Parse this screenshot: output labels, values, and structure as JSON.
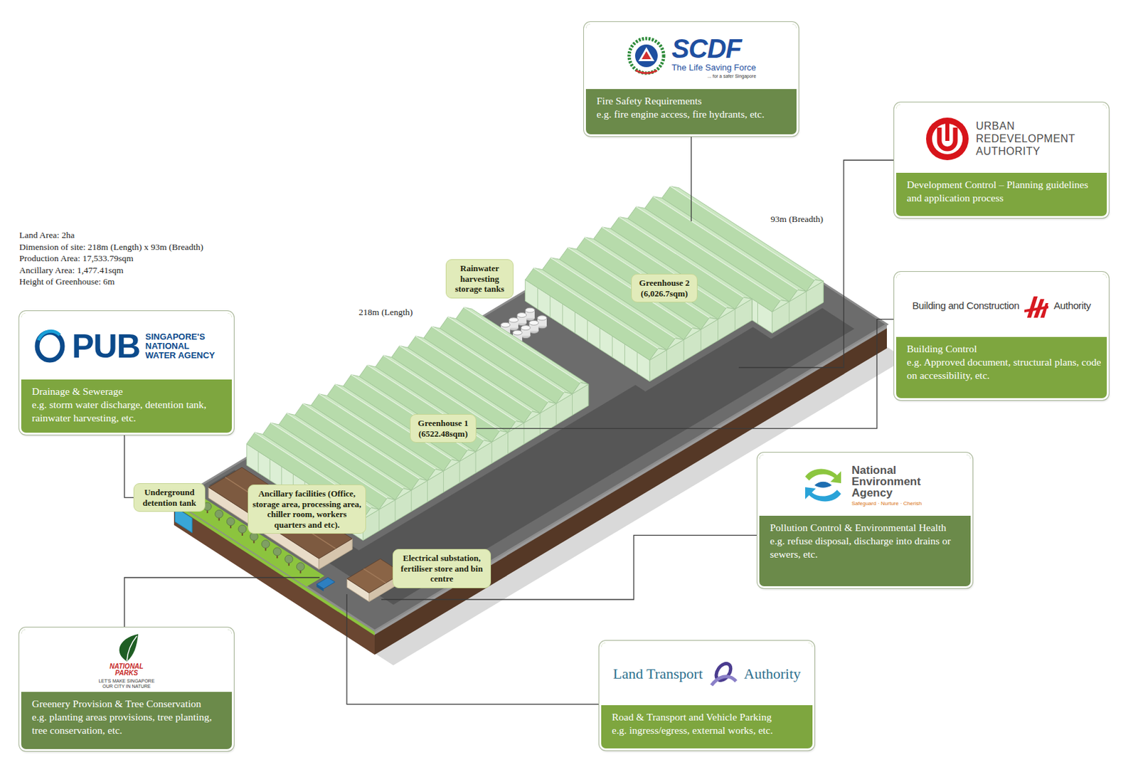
{
  "diagram": {
    "nodes": [
      {
        "text": [
          "Fire Safety Requirements",
          "e.g. fire engine access, fire hydrants, etc."
        ]
      },
      {
        "text": [
          "SCDF",
          "The Life Saving Force",
          "... for a safer Singapore"
        ],
        "in": 0
      },
      {
        "text": [
          "Development Control – Planning guidelines and application process"
        ]
      },
      {
        "text": [
          "URBAN REDEVELOPMENT AUTHORITY"
        ],
        "in": 2
      },
      {
        "text": [
          "Rainwater harvesting storage tanks"
        ]
      },
      {
        "text": [
          "Greenhouse 2 (6,026.7sqm)"
        ]
      },
      {
        "text": [
          "Building Control",
          "e.g. Approved document, structural plans, code on accessibility, etc."
        ]
      },
      {
        "text": [
          "Building and Construction",
          "Authority"
        ],
        "in": 6
      },
      {
        "text": [
          "Drainage & Sewerage",
          "e.g. storm water discharge, detention tank, rainwater harvesting, etc."
        ]
      },
      {
        "text": [
          "PUB",
          "SINGAPORE'S NATIONAL WATER AGENCY"
        ],
        "in": 8
      },
      {
        "text": [
          "Greenhouse 1 (6522.48sqm)"
        ]
      },
      {
        "text": [
          "Pollution Control & Environmental Health",
          "e.g. refuse disposal, discharge into drains or sewers, etc."
        ]
      },
      {
        "text": [
          "National Environment Agency",
          "Safeguard · Nurture · Cherish"
        ],
        "in": 11
      },
      {
        "text": [
          "Underground detention tank"
        ]
      },
      {
        "text": [
          "Ancillary facilities (Office, storage area, processing area, chiller room, workers quarters and etc)."
        ]
      },
      {
        "text": [
          "Electrical substation, fertiliser store and bin centre"
        ]
      },
      {
        "text": [
          "Greenery Provision & Tree Conservation",
          "e.g. planting areas provisions, tree planting, tree conservation, etc."
        ]
      },
      {
        "text": [
          "NATIONAL PARKS",
          "LET'S MAKE SINGAPORE OUR CITY IN NATURE"
        ],
        "in": 16
      },
      {
        "text": [
          "Road & Transport and Vehicle Parking",
          "e.g. ingress/egress, external works, etc."
        ]
      },
      {
        "text": [
          "Land Transport",
          "Authority"
        ],
        "in": 18
      }
    ],
    "edges": [
      {
        "from": 8,
        "to": 13,
        "arrow": "none"
      },
      {
        "from": 6,
        "to": 10,
        "arrow": "none"
      }
    ],
    "labels": [
      "Land Area: 2ha",
      "Dimension of site: 218m (Length) x 93m (Breadth)",
      "Production Area: 17,533.79sqm",
      "Ancillary Area: 1,477.41sqm",
      "Height of Greenhouse: 6m",
      "93m (Breadth)",
      "218m (Length)"
    ]
  }
}
